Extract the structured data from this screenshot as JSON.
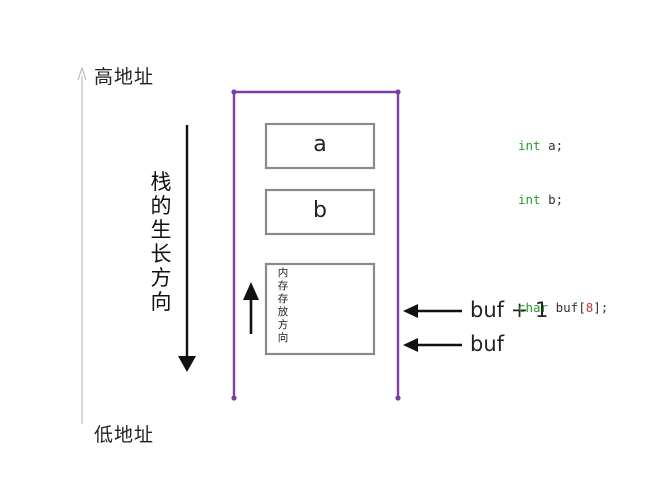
{
  "labels": {
    "high_address": "高地址",
    "low_address": "低地址",
    "stack_growth": "栈的生长方向",
    "memory_direction": "内存存放方向"
  },
  "slots": [
    {
      "name": "a"
    },
    {
      "name": "b"
    }
  ],
  "pointers": {
    "buf_plus_1": "buf + 1",
    "buf": "buf"
  },
  "code": {
    "line1_type": "int",
    "line1_rest": " a;",
    "line2_type": "int",
    "line2_rest": " b;",
    "line3_type": "char",
    "line3_mid": " buf[",
    "line3_num": "8",
    "line3_end": "];"
  },
  "colors": {
    "stack_frame": "#7a3fa0",
    "box_border": "#8a8a8a",
    "keyword": "#2a9a2a",
    "number": "#c23a3a"
  }
}
